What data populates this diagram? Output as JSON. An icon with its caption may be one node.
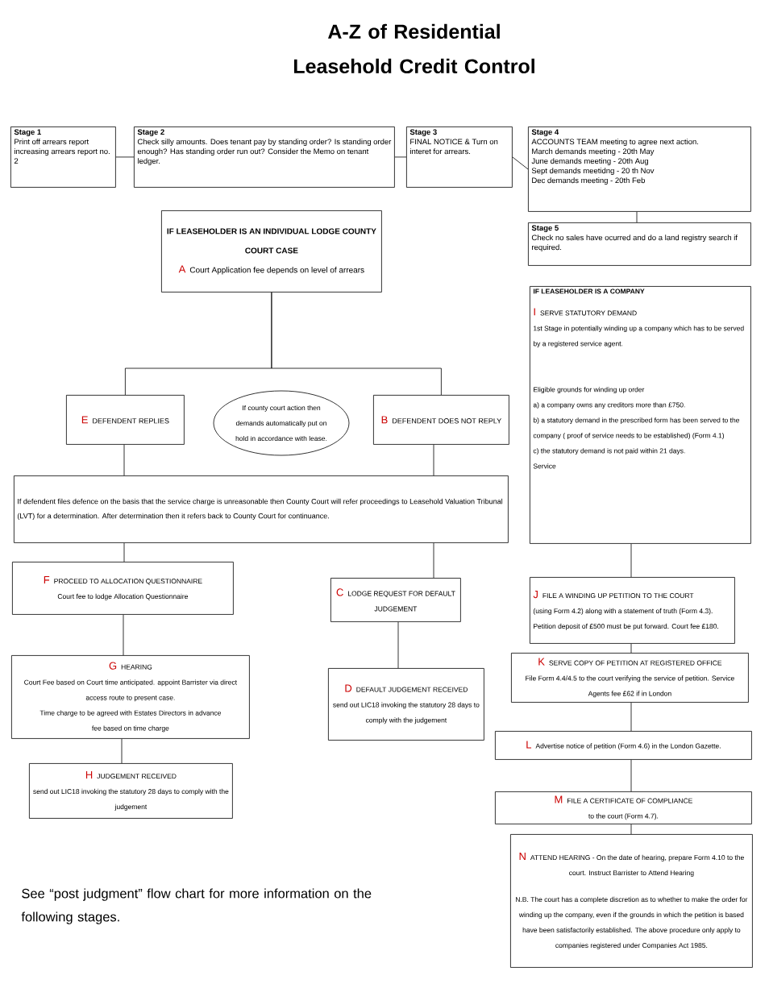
{
  "diagram": {
    "title": "A-Z of Residential Leasehold Credit Control",
    "nodes": [
      {
        "text": [
          "Stage 1",
          "Print off arrears report increasing arrears report no. 2"
        ]
      },
      {
        "text": [
          "Stage 2",
          "Check silly amounts. Does tenant pay by standing order? Is standing order enough? Has standing order run out? Consider the Memo on tenant ledger."
        ]
      },
      {
        "text": [
          "Stage 3",
          "FINAL NOTICE & Turn on interet for arrears."
        ]
      },
      {
        "text": [
          "Stage 4",
          "ACCOUNTS TEAM meeting to agree next action.",
          "March demands meeting - 20th May",
          "June demands meeting - 20th Aug",
          "Sept demands meetidng - 20 th Nov",
          "Dec demands meeting - 20th Feb"
        ]
      },
      {
        "text": [
          "Stage 5",
          "Check no sales have ocurred and do a land registry search if required."
        ]
      },
      {
        "text": [
          "IF LEASEHOLDER IS AN INDIVIDUAL LODGE COUNTY COURT CASE",
          "A",
          "Court Application fee depends on level of arrears"
        ]
      },
      {
        "text": [
          "E",
          "DEFENDENT REPLIES"
        ]
      },
      {
        "text": [
          "If county court action then demands automatically put on hold in accordance with lease."
        ]
      },
      {
        "text": [
          "B",
          "DEFENDENT DOES NOT REPLY"
        ]
      },
      {
        "text": [
          "If defendent files defence on the basis that the service charge is unreasonable then County Court will refer proceedings to Leasehold Valuation Tribunal (LVT) for a determination.  After determination then it refers back to County Court for continuance."
        ]
      },
      {
        "text": [
          "F",
          "PROCEED TO ALLOCATION QUESTIONNAIRE",
          "Court fee to lodge Allocation Questionnaire"
        ]
      },
      {
        "text": [
          "C",
          "LODGE REQUEST FOR DEFAULT JUDGEMENT"
        ]
      },
      {
        "text": [
          "G",
          "HEARING",
          "Court Fee based on Court time anticipated. appoint Barrister via direct access route to present case.",
          "Time charge to be agreed with Estates Directors in advance",
          "fee based on time charge"
        ]
      },
      {
        "text": [
          "D",
          "DEFAULT JUDGEMENT RECEIVED",
          "send out LIC18 invoking the statutory 28 days to comply with the judgement"
        ]
      },
      {
        "text": [
          "H",
          "JUDGEMENT RECEIVED",
          "send out LIC18 invoking the statutory 28 days to comply with the judgement"
        ]
      },
      {
        "text": [
          "IF LEASEHOLDER IS A COMPANY",
          "I",
          "SERVE STATUTORY DEMAND",
          "1st Stage in potentially winding up a company which has to be served by a registered service agent.",
          "Eligible grounds for winding up order",
          "a) a company owns any creditors more than £750.",
          "b) a statutory demand in the prescribed form has been served to the company ( proof of service needs to be established) (Form 4.1)",
          "c) the statutory demand is not paid within 21 days.",
          "Service"
        ]
      },
      {
        "text": [
          "J",
          "FILE A WINDING UP PETITION TO THE COURT",
          "(using Form 4.2) along with a statement of truth (Form 4.3).  Petition deposit of £500 must be put forward.  Court fee £180."
        ]
      },
      {
        "text": [
          "K",
          "SERVE COPY OF PETITION AT REGISTERED OFFICE",
          "File Form 4.4/4.5 to the court verifying the service of petition.  Service Agents fee £62 if in London"
        ]
      },
      {
        "text": [
          "L",
          "Advertise notice of petition (Form 4.6) in the London Gazette."
        ]
      },
      {
        "text": [
          "M",
          "FILE A CERTIFICATE OF COMPLIANCE",
          "to the court (Form 4.7)."
        ]
      },
      {
        "text": [
          "N",
          "ATTEND HEARING - On the date of hearing, prepare Form 4.10 to the court.  Instruct Barrister to Attend Hearing",
          "N.B. The court has a complete discretion as to whether to make the order for winding up the company, even if the grounds in which the petition is based have been satisfactorily established.  The above procedure only apply to companies registered under Companies Act 1985."
        ]
      }
    ],
    "edges": [
      {
        "from": 0,
        "to": 1,
        "arrow": "none"
      },
      {
        "from": 1,
        "to": 2,
        "arrow": "none"
      },
      {
        "from": 2,
        "to": 3,
        "arrow": "none"
      },
      {
        "from": 3,
        "to": 4,
        "arrow": "none"
      },
      {
        "from": 5,
        "to": 6,
        "arrow": "none"
      },
      {
        "from": 5,
        "to": 8,
        "arrow": "none"
      },
      {
        "from": 6,
        "to": 9,
        "arrow": "none"
      },
      {
        "from": 8,
        "to": 9,
        "arrow": "none"
      },
      {
        "from": 9,
        "to": 10,
        "arrow": "none"
      },
      {
        "from": 9,
        "to": 11,
        "arrow": "none"
      },
      {
        "from": 10,
        "to": 12,
        "arrow": "none"
      },
      {
        "from": 12,
        "to": 14,
        "arrow": "none"
      },
      {
        "from": 11,
        "to": 13,
        "arrow": "none"
      },
      {
        "from": 15,
        "to": 16,
        "arrow": "none"
      },
      {
        "from": 16,
        "to": 17,
        "arrow": "none"
      },
      {
        "from": 17,
        "to": 18,
        "arrow": "none"
      },
      {
        "from": 18,
        "to": 19,
        "arrow": "none"
      },
      {
        "from": 19,
        "to": 20,
        "arrow": "none"
      }
    ],
    "labels": [
      "See “post judgment” flow chart for more information on the following stages."
    ]
  }
}
